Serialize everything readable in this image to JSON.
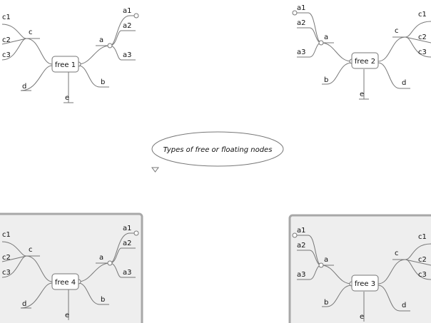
{
  "central_node": {
    "label": "Types of free or floating nodes"
  },
  "groups": [
    {
      "id": "free1",
      "root": "free 1",
      "labels": {
        "a": "a",
        "a1": "a1",
        "a2": "a2",
        "a3": "a3",
        "b": "b",
        "c": "c",
        "c1": "c1",
        "c2": "c2",
        "c3": "c3",
        "d": "d",
        "e": "e"
      }
    },
    {
      "id": "free2",
      "root": "free 2",
      "labels": {
        "a": "a",
        "a1": "a1",
        "a2": "a2",
        "a3": "a3",
        "b": "b",
        "c": "c",
        "c1": "c1",
        "c2": "c2",
        "c3": "c3",
        "d": "d",
        "e": "e"
      }
    },
    {
      "id": "free4",
      "root": "free 4",
      "labels": {
        "a": "a",
        "a1": "a1",
        "a2": "a2",
        "a3": "a3",
        "b": "b",
        "c": "c",
        "c1": "c1",
        "c2": "c2",
        "c3": "c3",
        "d": "d",
        "e": "e"
      }
    },
    {
      "id": "free3",
      "root": "free 3",
      "labels": {
        "a": "a",
        "a1": "a1",
        "a2": "a2",
        "a3": "a3",
        "b": "b",
        "c": "c",
        "c1": "c1",
        "c2": "c2",
        "c3": "c3",
        "d": "d",
        "e": "e"
      }
    }
  ],
  "colors": {
    "line": "#777777",
    "panel_bg": "#eeeeee",
    "panel_border": "#a8a8a8"
  }
}
